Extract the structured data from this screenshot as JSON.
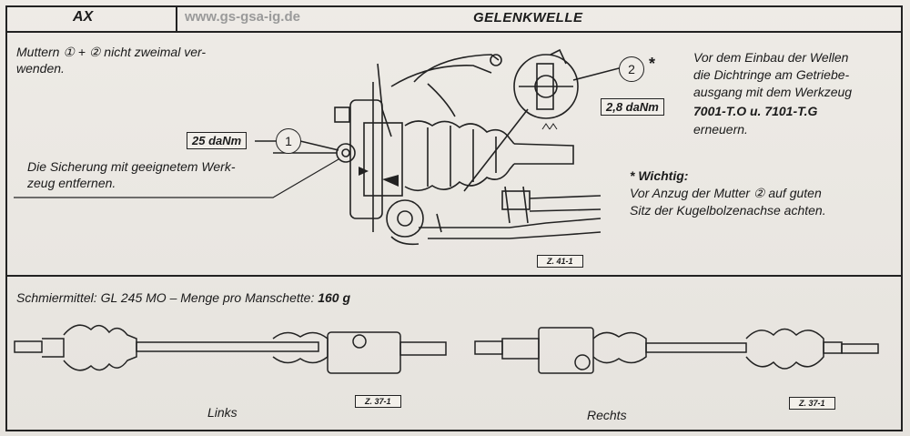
{
  "header": {
    "model": "AX",
    "watermark": "www.gs-gsa-ig.de",
    "title": "GELENKWELLE"
  },
  "upper": {
    "note_nuts": "Muttern ① + ② nicht zweimal ver-\nwenden.",
    "torque_1": "25 daNm",
    "callout_1": "1",
    "note_lock": "Die Sicherung mit geeignetem Werk-\nzeug entfernen.",
    "callout_2": "2",
    "asterisk": "*",
    "torque_2": "2,8 daNm",
    "install_text": "Vor dem Einbau der Wellen\ndie Dichtringe am Getriebe-\nausgang mit dem Werkzeug",
    "tool_numbers": "7001-T.O u. 7101-T.G",
    "install_end": "erneuern.",
    "important_heading": "* Wichtig:",
    "important_text": "Vor Anzug der Mutter ② auf guten\nSitz der Kugelbolzenachse achten.",
    "figure_ref": "Z. 41-1"
  },
  "lower": {
    "lubricant_text": "Schmiermittel: GL 245 MO – Menge pro Manschette:",
    "lubricant_amount": "160 g",
    "left_label": "Links",
    "right_label": "Rechts",
    "figure_ref_left": "Z. 37-1",
    "figure_ref_right": "Z. 37-1"
  }
}
